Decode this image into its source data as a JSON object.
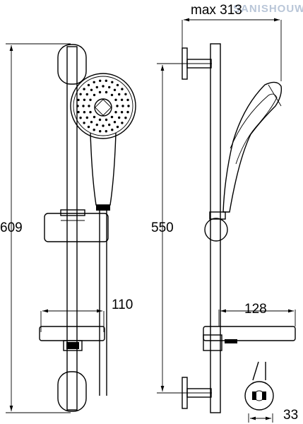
{
  "watermark": "SANISHOUW",
  "dimensions": {
    "max_width": "max 313",
    "total_height": "609",
    "rail_height": "550",
    "soap_dish_width": "110",
    "shelf_depth": "128",
    "wall_clearance": "33"
  },
  "colors": {
    "line": "#000000",
    "background": "#ffffff",
    "watermark": "#b9c6d8"
  }
}
